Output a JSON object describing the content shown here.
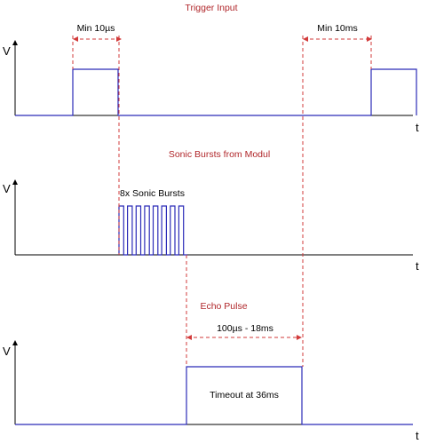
{
  "titles": {
    "trigger": "Trigger Input",
    "bursts": "Sonic Bursts from Modul",
    "echo": "Echo Pulse"
  },
  "labels": {
    "min_10us": "Min 10µs",
    "min_10ms": "Min 10ms",
    "sonic_bursts": "8x Sonic Bursts",
    "range": "100µs - 18ms",
    "timeout": "Timeout at 36ms"
  },
  "axes": {
    "v": "V",
    "t": "t"
  },
  "colors": {
    "signal": "#2b2bb8",
    "dashed_guides": "#d23a3a",
    "title_text": "#b0262a",
    "axis": "#000000"
  },
  "burst_count": 8
}
